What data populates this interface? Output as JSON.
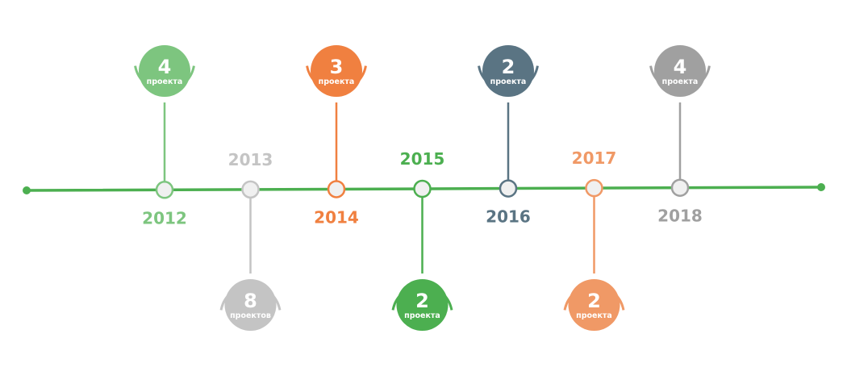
{
  "timeline": {
    "axis_color": "#4caf50",
    "milestones": [
      {
        "year": "2012",
        "count": "4",
        "unit": "проекта",
        "color": "#7dc57f",
        "bubble": "up",
        "label": "below"
      },
      {
        "year": "2013",
        "count": "8",
        "unit": "проектов",
        "color": "#c4c4c4",
        "bubble": "down",
        "label": "above"
      },
      {
        "year": "2014",
        "count": "3",
        "unit": "проекта",
        "color": "#f08040",
        "bubble": "up",
        "label": "below"
      },
      {
        "year": "2015",
        "count": "2",
        "unit": "проекта",
        "color": "#4caf50",
        "bubble": "down",
        "label": "above"
      },
      {
        "year": "2016",
        "count": "2",
        "unit": "проекта",
        "color": "#5a7483",
        "bubble": "up",
        "label": "below"
      },
      {
        "year": "2017",
        "count": "2",
        "unit": "проекта",
        "color": "#f09966",
        "bubble": "down",
        "label": "above"
      },
      {
        "year": "2018",
        "count": "4",
        "unit": "проекта",
        "color": "#a0a0a0",
        "bubble": "up",
        "label": "below"
      }
    ]
  }
}
